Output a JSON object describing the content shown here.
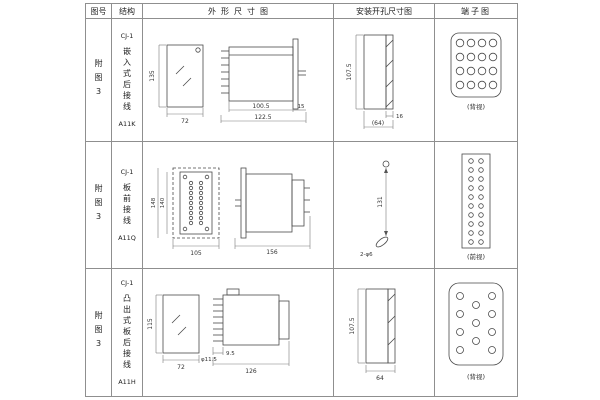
{
  "colors": {
    "background": "#ffffff",
    "grid_line": "#8f8f8f",
    "drawing_line": "#4a4a4a",
    "text": "#222222"
  },
  "header": {
    "fig_no": "图号",
    "structure": "结构",
    "outline": "外形尺寸图",
    "install": "安装开孔尺寸图",
    "terminal": "端子图"
  },
  "rows": [
    {
      "fig": "附图3",
      "model": "CJ-1",
      "structure": "嵌入式后接线",
      "code": "A11K",
      "outline": {
        "height": "135",
        "width": "72",
        "body": "100.5",
        "total": "122.5",
        "flange": "15"
      },
      "install": {
        "height": "107.5",
        "thickness": "16",
        "depth": "(64)"
      },
      "terminal_view": "(背视)"
    },
    {
      "fig": "附图3",
      "model": "CJ-1",
      "structure": "板前接线",
      "code": "A11Q",
      "outline": {
        "height_outer": "148",
        "height_inner": "140",
        "width": "105",
        "total": "156"
      },
      "install": {
        "spacing": "131",
        "holes": "2-φ6"
      },
      "terminal_view": "(前视)"
    },
    {
      "fig": "附图3",
      "model": "CJ-1",
      "structure": "凸出式板后接线",
      "code": "A11H",
      "outline": {
        "height": "115",
        "width": "72",
        "pin": "9.5",
        "total": "126",
        "hole": "φ11.5"
      },
      "install": {
        "height": "107.5",
        "width": "64"
      },
      "terminal_view": "(背视)"
    }
  ]
}
